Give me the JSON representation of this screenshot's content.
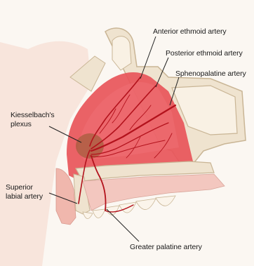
{
  "labels": {
    "anterior_ethmoid": "Anterior ethmoid artery",
    "posterior_ethmoid": "Posterior ethmoid artery",
    "sphenopalatine": "Sphenopalatine artery",
    "kiesselbach": "Kiesselbach's\nplexus",
    "superior_labial": "Superior\nlabial artery",
    "greater_palatine": "Greater palatine artery"
  },
  "colors": {
    "background": "#fbf7f2",
    "bone": "#efe3cf",
    "bone_edge": "#c9b595",
    "mucosa": "#e8555a",
    "artery": "#b3121c",
    "plexus": "#8b5a2b",
    "soft_tissue": "#f3c7bf",
    "leader": "#222222"
  }
}
